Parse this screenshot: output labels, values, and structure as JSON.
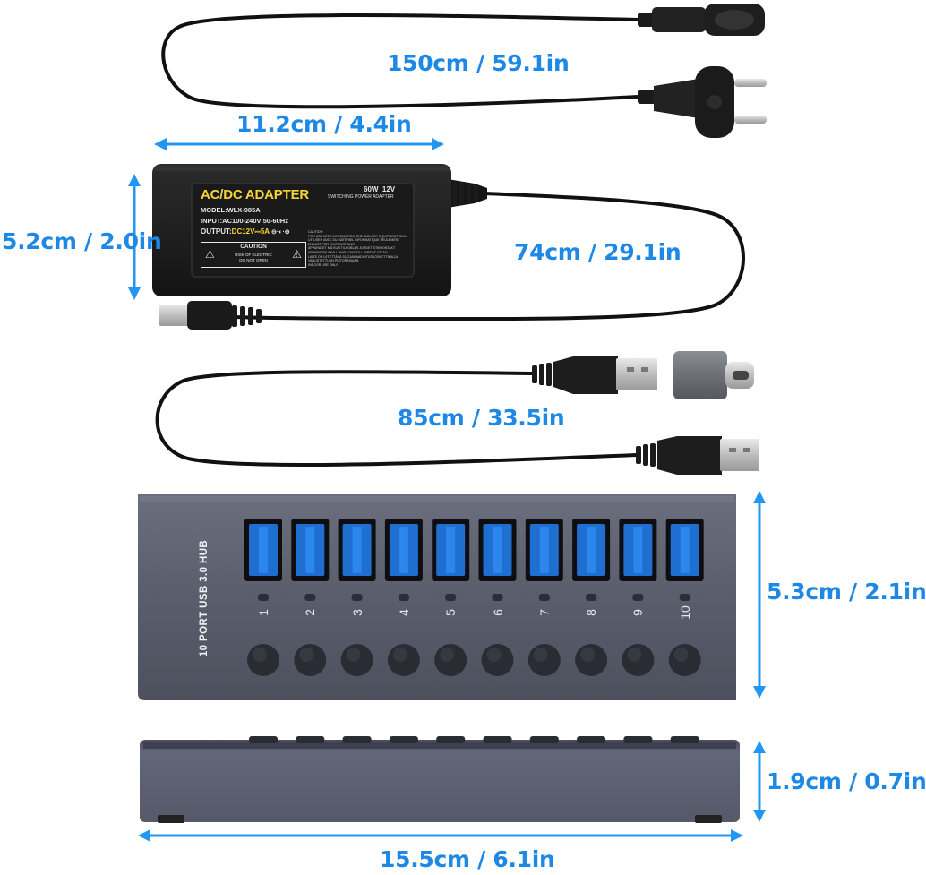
{
  "dimensions": {
    "ac_cord_length": "150cm / 59.1in",
    "adapter_width": "11.2cm / 4.4in",
    "adapter_height": "5.2cm / 2.0in",
    "dc_cable_length": "74cm / 29.1in",
    "usb_cable_length": "85cm / 33.5in",
    "hub_height": "5.3cm / 2.1in",
    "hub_thickness": "1.9cm / 0.7in",
    "hub_length": "15.5cm / 6.1in"
  },
  "adapter_label": {
    "title": "AC/DC ADAPTER",
    "power": "60W  12V",
    "type": "SWITCHING POWER ADAPTER",
    "model": "MODEL:WLX-985A",
    "input": "INPUT:AC100-240V 50-60Hz",
    "output_prefix": "OUTPUT:",
    "output_value": "DC12V⎓5A",
    "caution_title": "CAUTION",
    "caution_line1": "RISK OF ELECTRIC",
    "caution_line2": "DO NOT OPEN",
    "fine_print": [
      "CAUTION:",
      "FOR USE WITH INFORMATION TECHNOLOGY EQUIPMENT ONLY",
      "UTILISER AVEC DU MATERIEL INFORMATIQUE SEULEMENT",
      "ENDAST FÖR IT-UTRUSTNING",
      "APPARATET MÅ KUN TILKOBLES JORDET STIKKONTAKT",
      "APPARATEN SKALL ANSLUTAS TILL JORDAT UTTAG",
      "LAITE ON LIITETTÄVÄ SUOJAMAADOITUSKOSKETTIMILLA",
      "VARUSTETTUUN PISTORASIAAN",
      "INDOOR USE ONLY"
    ]
  },
  "hub": {
    "label": "10 PORT USB 3.0 HUB",
    "port_numbers": [
      "1",
      "2",
      "3",
      "4",
      "5",
      "6",
      "7",
      "8",
      "9",
      "10"
    ]
  },
  "colors": {
    "dimension_blue": "#1e88e5",
    "adapter_body": "#1c1c1c",
    "label_yellow": "#f4d43a",
    "hub_body": "#5d6170",
    "usb3_blue": "#1f6fd1"
  }
}
